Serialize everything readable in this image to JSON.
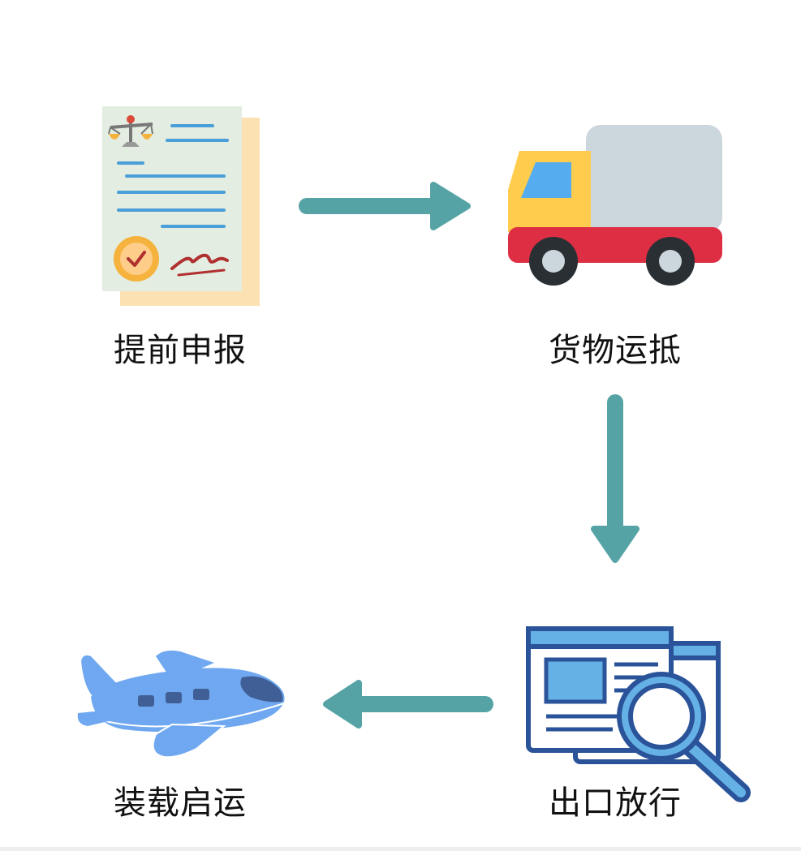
{
  "steps": [
    {
      "label": "提前申报",
      "icon": "document-icon"
    },
    {
      "label": "货物运抵",
      "icon": "truck-icon"
    },
    {
      "label": "出口放行",
      "icon": "inspection-icon"
    },
    {
      "label": "装载启运",
      "icon": "airplane-icon"
    }
  ],
  "colors": {
    "arrow": "#56A3A6",
    "text": "#111111"
  }
}
